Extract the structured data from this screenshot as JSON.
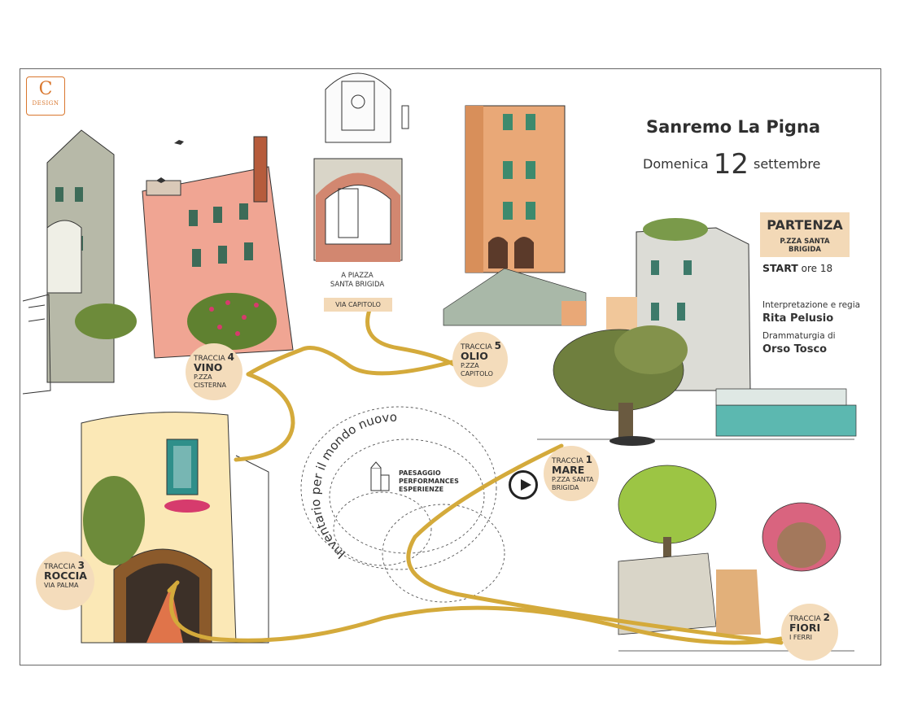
{
  "logo": {
    "letter": "C",
    "word": "DESIGN"
  },
  "event": {
    "title": "Sanremo La Pigna",
    "day_prefix": "Domenica",
    "day_number": "12",
    "day_suffix": "settembre"
  },
  "start": {
    "partenza_label": "PARTENZA",
    "partenza_place": "P.ZZA SANTA BRIGIDA",
    "start_label": "START",
    "start_time": "ore 18"
  },
  "credits": {
    "direction_role": "Interpretazione e regia",
    "direction_name": "Rita Pelusio",
    "dramaturgy_role": "Drammaturgia di",
    "dramaturgy_name": "Orso Tosco"
  },
  "trails": [
    {
      "label": "TRACCIA",
      "number": "1",
      "name": "MARE",
      "place_1": "P.ZZA SANTA",
      "place_2": "BRIGIDA"
    },
    {
      "label": "TRACCIA",
      "number": "2",
      "name": "FIORI",
      "place_1": "I FERRI",
      "place_2": ""
    },
    {
      "label": "TRACCIA",
      "number": "3",
      "name": "ROCCIA",
      "place_1": "VIA PALMA",
      "place_2": ""
    },
    {
      "label": "TRACCIA",
      "number": "4",
      "name": "VINO",
      "place_1": "P.ZZA",
      "place_2": "CISTERNA"
    },
    {
      "label": "TRACCIA",
      "number": "5",
      "name": "OLIO",
      "place_1": "P.ZZA",
      "place_2": "CAPITOLO"
    }
  ],
  "route_labels": {
    "towards_1": "A PIAZZA",
    "towards_2": "SANTA BRIGIDA",
    "street": "VIA CAPITOLO"
  },
  "center": {
    "curved_title": "Inventario per il mondo nuovo",
    "line_1": "PAESAGGIO",
    "line_2": "PERFORMANCES",
    "line_3": "ESPERIENZE"
  },
  "colors": {
    "route": "#d4aa3b",
    "badge": "#f4dcbb",
    "pink_building": "#f0a593",
    "orange_building": "#e9a877",
    "foliage": "#6d8b3a",
    "olive_tree": "#7a8a4a",
    "sea": "#5cb8b0"
  }
}
